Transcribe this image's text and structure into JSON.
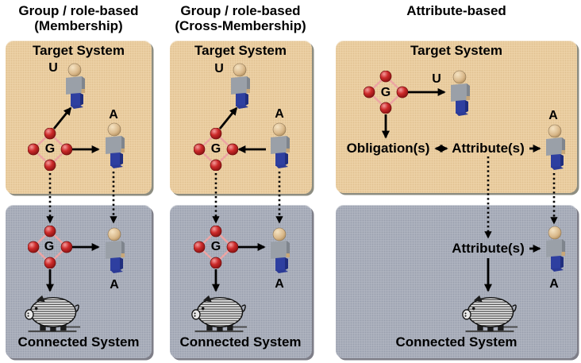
{
  "columns": [
    {
      "title_lines": [
        "Group / role-based",
        "(Membership)"
      ],
      "target_box": {
        "label": "Target System",
        "user": "U",
        "admin": "A",
        "group": "G"
      },
      "connected_box": {
        "label": "Connected System",
        "admin": "A",
        "group": "G"
      }
    },
    {
      "title_lines": [
        "Group / role-based",
        "(Cross-Membership)"
      ],
      "target_box": {
        "label": "Target System",
        "user": "U",
        "admin": "A",
        "group": "G"
      },
      "connected_box": {
        "label": "Connected System",
        "admin": "A",
        "group": "G"
      }
    },
    {
      "title_lines": [
        "Attribute-based"
      ],
      "target_box": {
        "label": "Target System",
        "user": "U",
        "admin": "A",
        "group": "G",
        "obligations": "Obligation(s)",
        "attributes": "Attribute(s)"
      },
      "connected_box": {
        "label": "Connected System",
        "admin": "A",
        "attributes": "Attribute(s)"
      }
    }
  ],
  "icons": {
    "person": "person-icon",
    "group": "group-diamond-icon",
    "resource": "piggy-bank-icon"
  },
  "colors": {
    "target_box_bg": "#efd4a9",
    "connected_box_bg": "#b1b6c1",
    "group_node_red": "#c22020",
    "group_link_pink": "#eda4a4",
    "arrow_black": "#000000",
    "person_shirt_gray": "#9aa0a8",
    "person_pants_blue": "#2e3fa0",
    "person_head_tan": "#d9ba8c"
  }
}
